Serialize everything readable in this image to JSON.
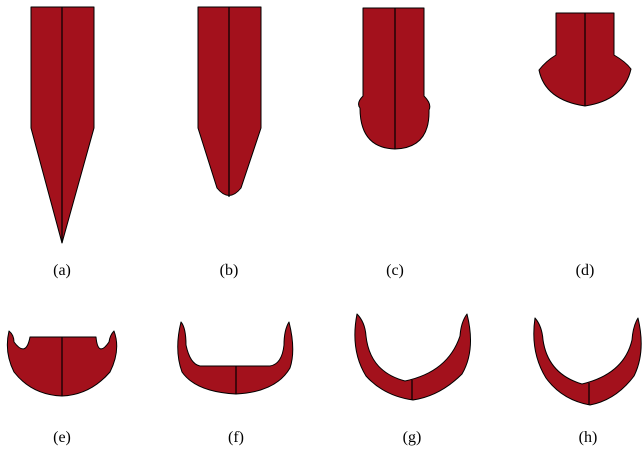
{
  "figure": {
    "fill_color": "#A3111C",
    "outline_color": "#000000",
    "panels": [
      {
        "id": "a",
        "label": "(a)"
      },
      {
        "id": "b",
        "label": "(b)"
      },
      {
        "id": "c",
        "label": "(c)"
      },
      {
        "id": "d",
        "label": "(d)"
      },
      {
        "id": "e",
        "label": "(e)"
      },
      {
        "id": "f",
        "label": "(f)"
      },
      {
        "id": "g",
        "label": "(g)"
      },
      {
        "id": "h",
        "label": "(h)"
      }
    ]
  }
}
